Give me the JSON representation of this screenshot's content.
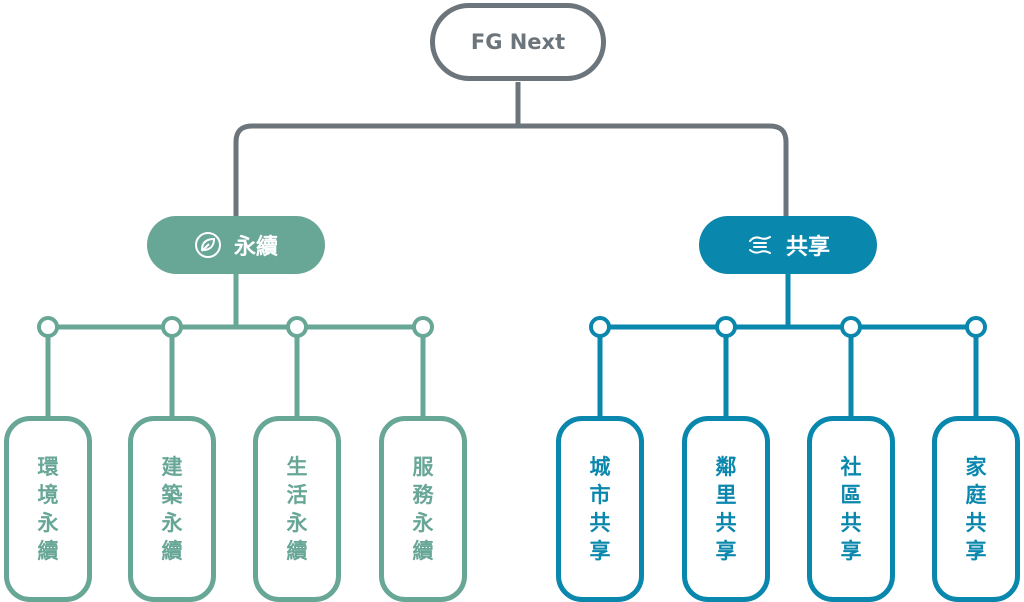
{
  "root": {
    "label": "FG Next"
  },
  "branches": [
    {
      "label": "永續",
      "icon": "leaf-icon",
      "color": "#68a696",
      "leaves": [
        "環境永續",
        "建築永續",
        "生活永續",
        "服務永續"
      ]
    },
    {
      "label": "共享",
      "icon": "sharing-hands-icon",
      "color": "#0a87ad",
      "leaves": [
        "城市共享",
        "鄰里共享",
        "社區共享",
        "家庭共享"
      ]
    }
  ],
  "connector_color": "#6c757b"
}
